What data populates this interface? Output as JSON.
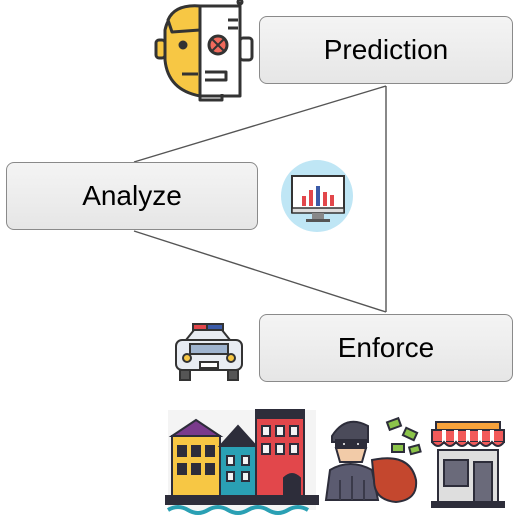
{
  "nodes": {
    "prediction": "Prediction",
    "analyze": "Analyze",
    "enforce": "Enforce"
  },
  "icons": [
    "robot-human-face-icon",
    "monitor-chart-icon",
    "police-car-icon",
    "city-buildings-icon",
    "thief-icon",
    "store-icon"
  ],
  "colors": {
    "box_border": "#8a8a8a",
    "box_fill": "#eeeeee",
    "connector": "#555555"
  }
}
